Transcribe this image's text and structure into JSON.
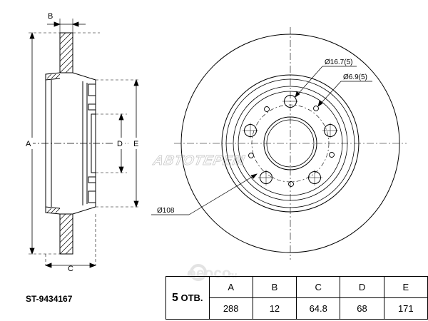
{
  "labels": {
    "A": "A",
    "B": "B",
    "C": "C",
    "D": "D",
    "E": "E",
    "hole_large": "Ø16.7(5)",
    "hole_small": "Ø6.9(5)",
    "pcd": "Ø108"
  },
  "watermark": {
    "main": "ABTOTEPEM",
    "domain_name": "oeoco",
    "domain_tld": ".ru"
  },
  "part_number": "ST-9434167",
  "spec_table": {
    "holes_count": "5",
    "holes_unit": "ОТВ.",
    "headers": [
      "A",
      "B",
      "C",
      "D",
      "E"
    ],
    "values": [
      "288",
      "12",
      "64.8",
      "68",
      "171"
    ]
  }
}
